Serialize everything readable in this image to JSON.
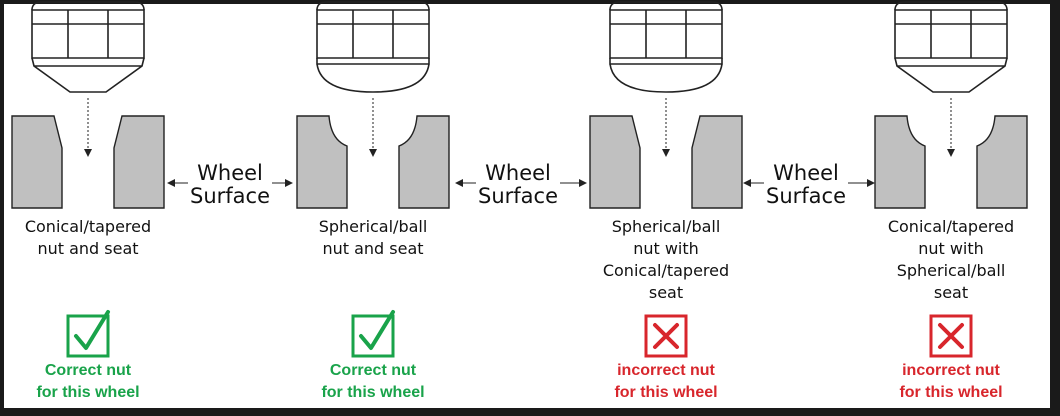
{
  "colors": {
    "correct": "#19a34a",
    "incorrect": "#d8262c",
    "seat_fill": "#c0c0c0",
    "ink": "#222222"
  },
  "surface_labels": [
    {
      "line1": "Wheel",
      "line2": "Surface"
    },
    {
      "line1": "Wheel",
      "line2": "Surface"
    },
    {
      "line1": "Wheel",
      "line2": "Surface"
    }
  ],
  "panels": [
    {
      "nut": "conical",
      "seat": "conical",
      "caption": [
        "Conical/tapered",
        "nut and seat"
      ],
      "status": "correct",
      "status_icon": "check-icon",
      "verdict": [
        "Correct nut",
        "for this wheel"
      ]
    },
    {
      "nut": "spherical",
      "seat": "spherical",
      "caption": [
        "Spherical/ball",
        "nut and seat"
      ],
      "status": "correct",
      "status_icon": "check-icon",
      "verdict": [
        "Correct nut",
        "for this wheel"
      ]
    },
    {
      "nut": "spherical",
      "seat": "conical",
      "caption": [
        "Spherical/ball",
        "nut with",
        "Conical/tapered",
        "seat"
      ],
      "status": "incorrect",
      "status_icon": "cross-icon",
      "verdict": [
        "incorrect nut",
        "for this wheel"
      ]
    },
    {
      "nut": "conical",
      "seat": "spherical",
      "caption": [
        "Conical/tapered",
        "nut with",
        "Spherical/ball",
        "seat"
      ],
      "status": "incorrect",
      "status_icon": "cross-icon",
      "verdict": [
        "incorrect nut",
        "for this wheel"
      ]
    }
  ]
}
